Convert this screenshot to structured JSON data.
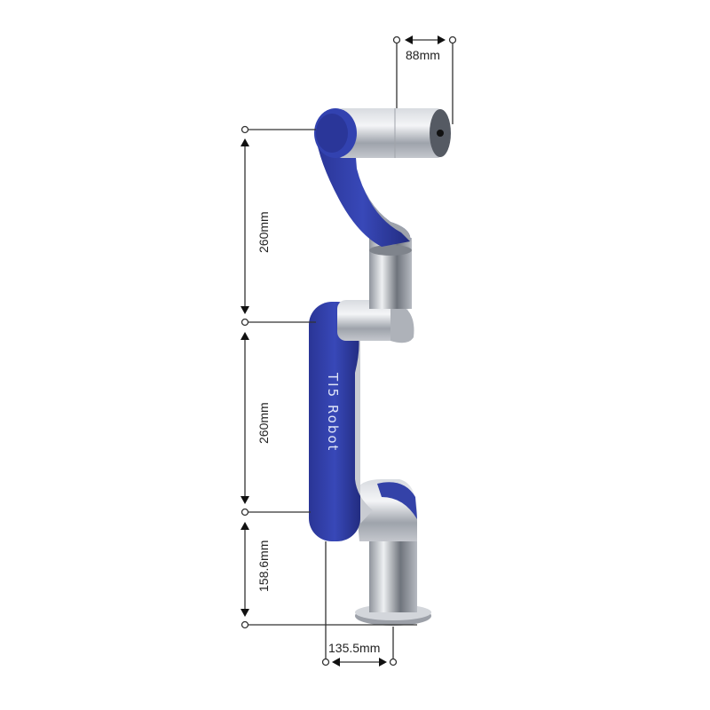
{
  "product_label": "TI5 Robot",
  "dimensions": {
    "tool_flange_offset": "88mm",
    "upper_arm_length": "260mm",
    "forearm_length": "260mm",
    "base_height": "158.6mm",
    "base_offset": "135.5mm"
  },
  "colors": {
    "arm_blue": "#2f3fa8",
    "metal": "#b8bcc4",
    "dimension_line": "#333333"
  }
}
